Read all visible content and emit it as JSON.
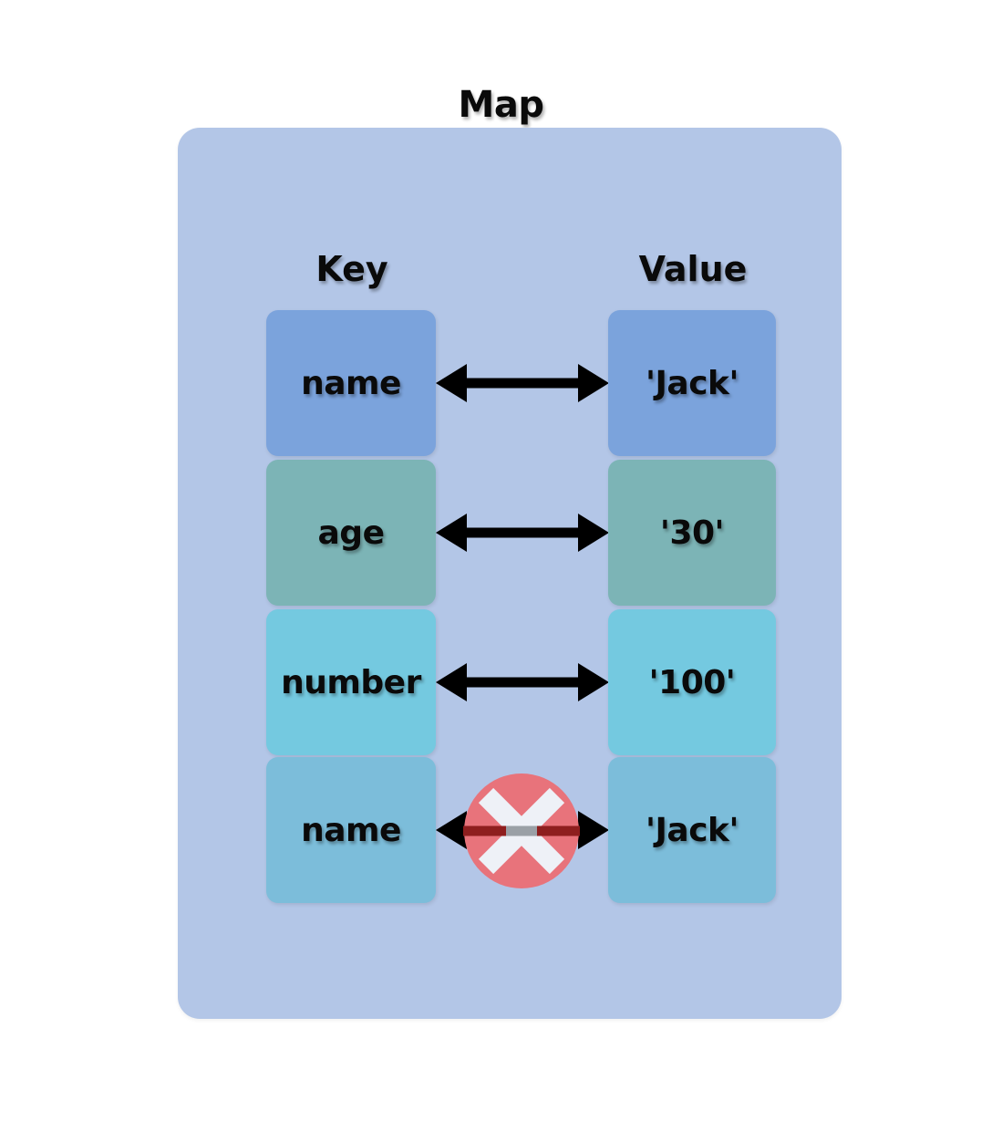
{
  "diagram": {
    "title": "Map",
    "type": "key-value-map",
    "columns": {
      "key_header": "Key",
      "value_header": "Value"
    },
    "colors": {
      "panel_background": "#b3c6e7",
      "page_background": "#ffffff",
      "text": "#0a0a0a",
      "arrow": "#000000",
      "reject_circle": "#e8737b",
      "reject_cross": "#eef1f7",
      "reject_line": "#8e1e1e"
    },
    "rows": [
      {
        "key": "name",
        "value": "'Jack'",
        "color": "#7ba3dc",
        "connector": "double-arrow",
        "rejected": false
      },
      {
        "key": "age",
        "value": "'30'",
        "color": "#7cb4b6",
        "connector": "double-arrow",
        "rejected": false
      },
      {
        "key": "number",
        "value": "'100'",
        "color": "#74c9e0",
        "connector": "double-arrow",
        "rejected": false
      },
      {
        "key": "name",
        "value": "'Jack'",
        "color": "#7cbdda",
        "connector": "double-arrow",
        "rejected": true,
        "reject_icon": "circle-x-icon"
      }
    ]
  }
}
